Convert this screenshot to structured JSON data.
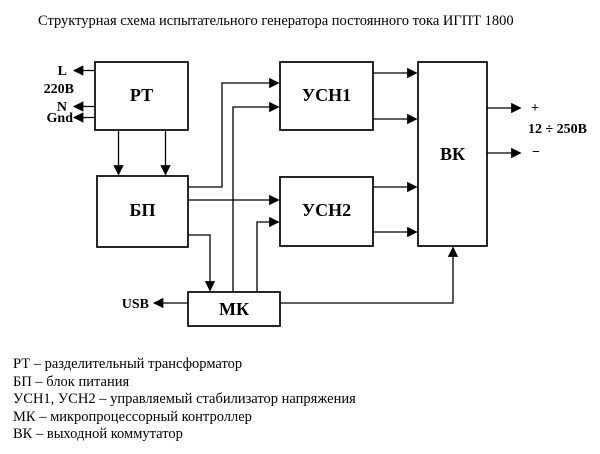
{
  "title": "Структурная схема испытательного генератора постоянного тока ИГПТ 1800",
  "blocks": {
    "rt": {
      "label": "РТ"
    },
    "bp": {
      "label": "БП"
    },
    "usn1": {
      "label": "УСН1"
    },
    "usn2": {
      "label": "УСН2"
    },
    "vk": {
      "label": "ВК"
    },
    "mk": {
      "label": "МК"
    }
  },
  "ports": {
    "line": "L",
    "mains_voltage": "220В",
    "neutral": "N",
    "ground": "Gnd",
    "usb": "USB",
    "plus": "+",
    "output_range": "12 ÷ 250В",
    "minus": "−"
  },
  "legend": [
    "РТ – разделительный трансформатор",
    "БП – блок питания",
    "УСН1, УСН2 – управляемый стабилизатор напряжения",
    "МК – микропроцессорный контроллер",
    "ВК – выходной коммутатор"
  ],
  "colors": {
    "line": "#000000",
    "background": "#ffffff"
  }
}
